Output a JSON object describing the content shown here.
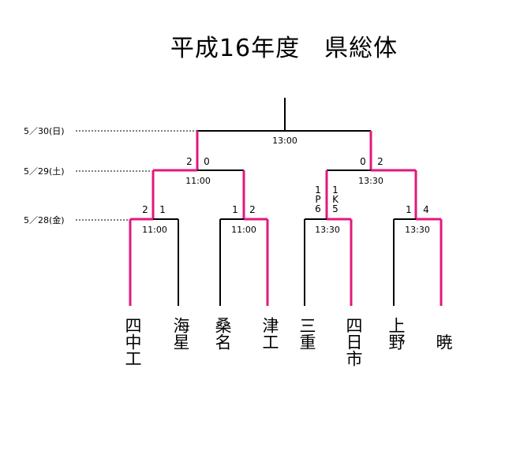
{
  "title": "平成16年度　県総体",
  "dates": {
    "final": "5／30(日)",
    "semi": "5／29(土)",
    "first": "5／28(金)"
  },
  "times": {
    "final": "13:00",
    "semi_left": "11:00",
    "semi_right": "13:30",
    "r1_m1": "11:00",
    "r1_m2": "11:00",
    "r1_m3": "13:30",
    "r1_m4": "13:30"
  },
  "scores": {
    "final_left": "2",
    "final_right": "0",
    "final2_left": "0",
    "final2_right": "2",
    "sl_left": "2",
    "sl_right": "1",
    "sl2_left": "1",
    "sl2_right": "2",
    "m3_left": "1\nP\n6",
    "m3_right": "1\nK\n5",
    "m4_left": "1",
    "m4_right": "4"
  },
  "teams": [
    "四中工",
    "海星",
    "桑名",
    "津工",
    "三重",
    "四日市",
    "上野",
    "暁"
  ],
  "colors": {
    "winner": "#e0197d",
    "line": "#000000"
  }
}
